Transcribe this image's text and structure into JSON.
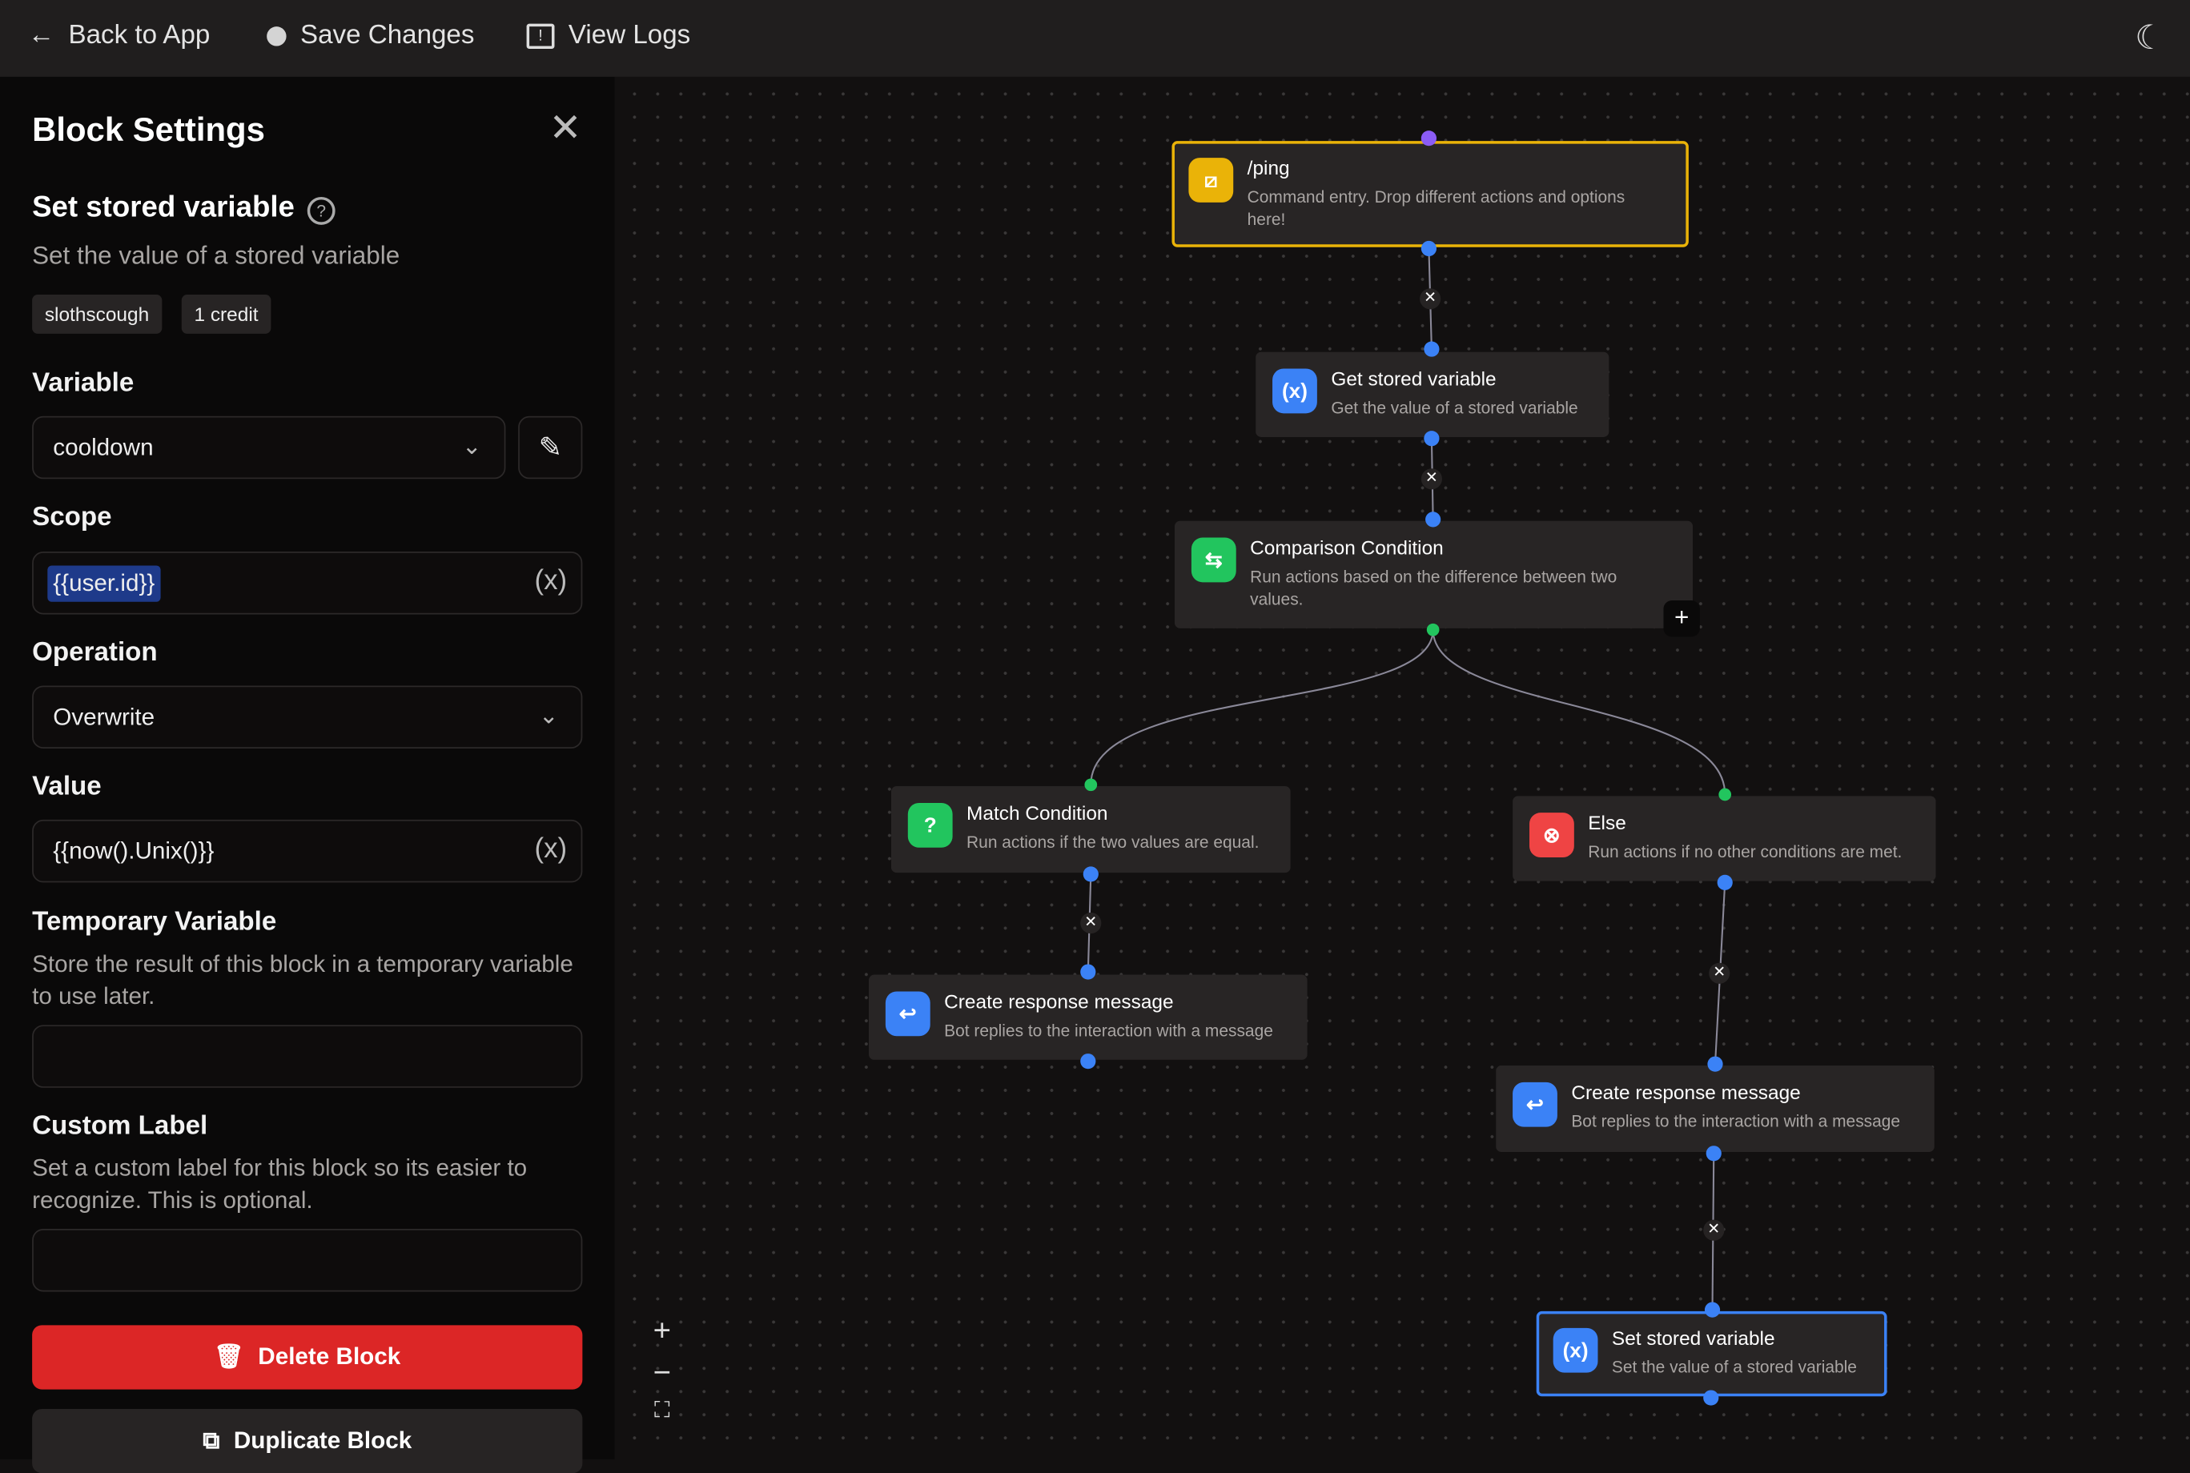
{
  "topbar": {
    "back": "Back to App",
    "save": "Save Changes",
    "logs": "View Logs"
  },
  "sidebar": {
    "title": "Block Settings",
    "block_name": "Set stored variable",
    "block_desc": "Set the value of a stored variable",
    "tags": [
      "slothscough",
      "1 credit"
    ],
    "variable": {
      "label": "Variable",
      "value": "cooldown"
    },
    "scope": {
      "label": "Scope",
      "value": "{{user.id}}"
    },
    "operation": {
      "label": "Operation",
      "value": "Overwrite"
    },
    "value": {
      "label": "Value",
      "value": "{{now().Unix()}}"
    },
    "temp": {
      "label": "Temporary Variable",
      "desc": "Store the result of this block in a temporary variable to use later.",
      "value": ""
    },
    "custom": {
      "label": "Custom Label",
      "desc": "Set a custom label for this block so its easier to recognize. This is optional.",
      "value": ""
    },
    "delete": "Delete Block",
    "duplicate": "Duplicate Block"
  },
  "colors": {
    "accent": "#3b82f6",
    "command": "#eab308",
    "condition": "#22c55e",
    "danger": "#ef4444",
    "delete_button": "#dc2626",
    "entry_handle": "#8b5cf6"
  },
  "nodes": [
    {
      "title": "/ping",
      "desc": "Command entry. Drop different actions and options here!",
      "icon": "command-icon"
    },
    {
      "title": "Get stored variable",
      "desc": "Get the value of a stored variable",
      "icon": "variable-icon"
    },
    {
      "title": "Comparison Condition",
      "desc": "Run actions based on the difference between two values.",
      "icon": "arrows-swap-icon"
    },
    {
      "title": "Match Condition",
      "desc": "Run actions if the two values are equal.",
      "icon": "question-icon"
    },
    {
      "title": "Else",
      "desc": "Run actions if no other conditions are met.",
      "icon": "x-circle-icon"
    },
    {
      "title": "Create response message",
      "desc": "Bot replies to the interaction with a message",
      "icon": "reply-message-icon"
    },
    {
      "title": "Create response message",
      "desc": "Bot replies to the interaction with a message",
      "icon": "reply-message-icon"
    },
    {
      "title": "Set stored variable",
      "desc": "Set the value of a stored variable",
      "icon": "variable-icon"
    }
  ]
}
